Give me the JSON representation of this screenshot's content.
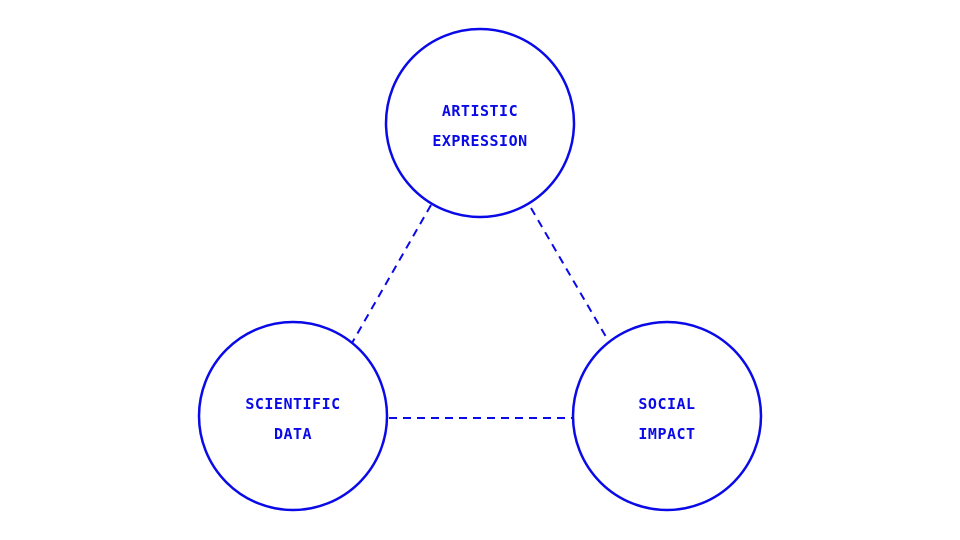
{
  "accent_color": "#0a0ae8",
  "nodes": {
    "top": {
      "line1": "ARTISTIC",
      "line2": "EXPRESSION"
    },
    "left": {
      "line1": "SCIENTIFIC",
      "line2": "DATA"
    },
    "right": {
      "line1": "SOCIAL",
      "line2": "IMPACT"
    }
  },
  "edges": [
    {
      "from": "ARTISTIC EXPRESSION",
      "to": "SCIENTIFIC DATA",
      "style": "dashed"
    },
    {
      "from": "ARTISTIC EXPRESSION",
      "to": "SOCIAL IMPACT",
      "style": "dashed"
    },
    {
      "from": "SCIENTIFIC DATA",
      "to": "SOCIAL IMPACT",
      "style": "dashed"
    }
  ]
}
